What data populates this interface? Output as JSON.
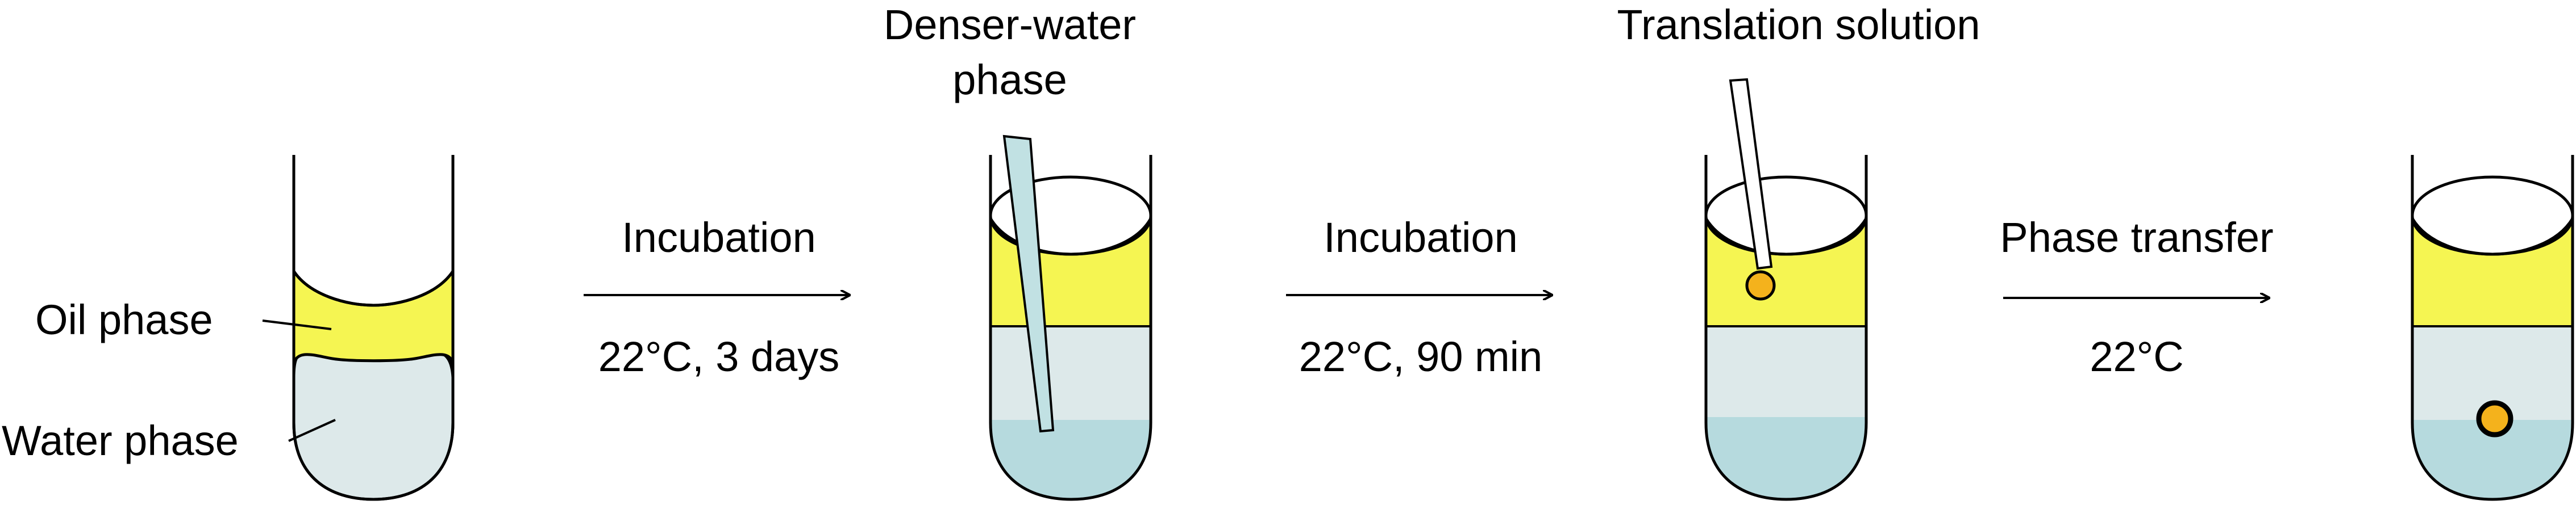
{
  "labels": {
    "oil_phase": "Oil phase",
    "water_phase": "Water phase",
    "denser_water_line1": "Denser-water",
    "denser_water_line2": "phase",
    "translation_solution": "Translation solution"
  },
  "steps": [
    {
      "title": "Incubation",
      "condition": "22°C, 3 days"
    },
    {
      "title": "Incubation",
      "condition": "22°C, 90 min"
    },
    {
      "title": "Phase transfer",
      "condition": "22°C"
    }
  ],
  "colors": {
    "oil": "#f5f552",
    "water": "#dde9ea",
    "dense_water": "#b6dade",
    "pipette": "#c1e1e3",
    "droplet": "#f4b21c",
    "outline": "#000000"
  }
}
